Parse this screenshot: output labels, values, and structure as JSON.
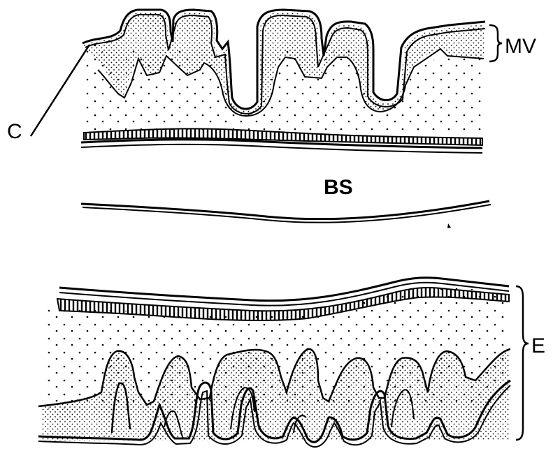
{
  "figure": {
    "labels": {
      "mv": "MV",
      "c": "C",
      "bs": "BS",
      "e": "E"
    },
    "colors": {
      "ink": "#000000",
      "paper": "#ffffff"
    }
  }
}
